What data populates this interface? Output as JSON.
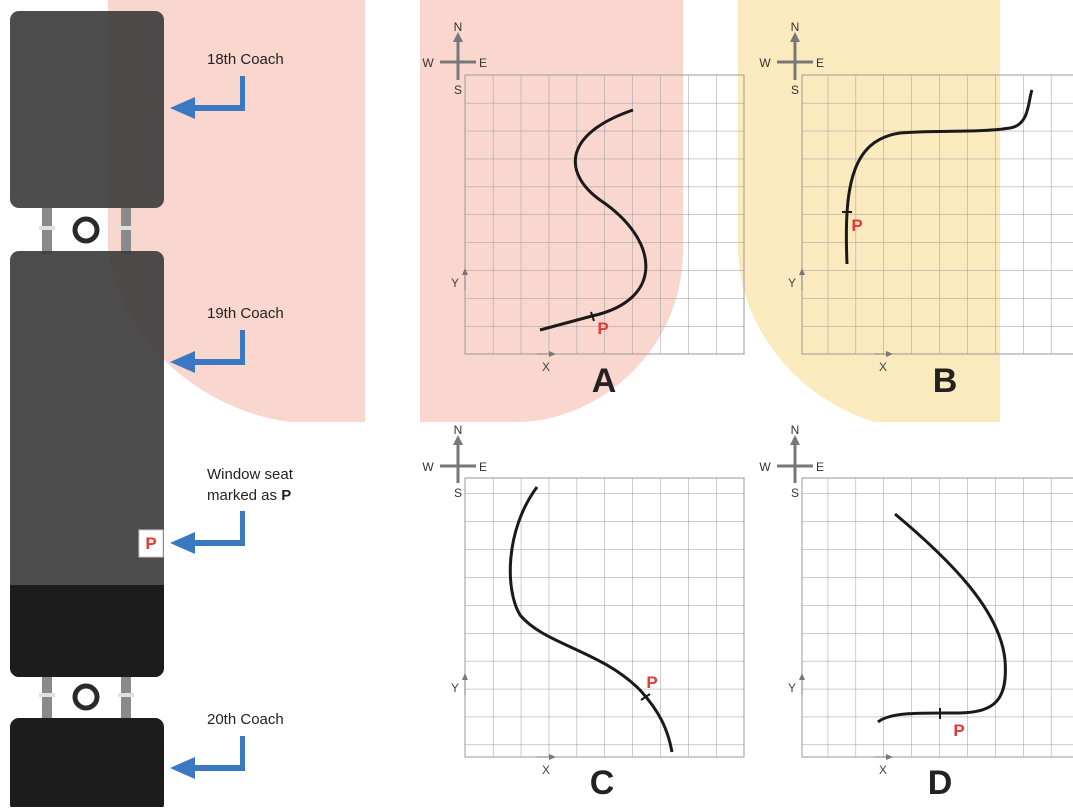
{
  "colors": {
    "pink_highlight": "#f7c9bd",
    "yellow_highlight": "#fbe6b4",
    "arrow_blue": "#3b78c2",
    "coach_dark": "#3a3a3a",
    "coach_darker": "#1c1c1c",
    "p_red": "#e53935"
  },
  "coaches": {
    "coach_18": "18th Coach",
    "coach_19": "19th Coach",
    "coach_20": "20th Coach",
    "seat_note_line1": "Window seat",
    "seat_note_line2_prefix": "marked as ",
    "seat_note_line2_bold": "P",
    "seat_marker": "P"
  },
  "compass": {
    "north": "N",
    "south": "S",
    "west": "W",
    "east": "E"
  },
  "axes": {
    "x": "X",
    "y": "Y"
  },
  "panels": [
    {
      "letter": "A",
      "point": "P",
      "highlight": "pink"
    },
    {
      "letter": "B",
      "point": "P",
      "highlight": "yellow"
    },
    {
      "letter": "C",
      "point": "P",
      "highlight": "none"
    },
    {
      "letter": "D",
      "point": "P",
      "highlight": "none"
    }
  ]
}
